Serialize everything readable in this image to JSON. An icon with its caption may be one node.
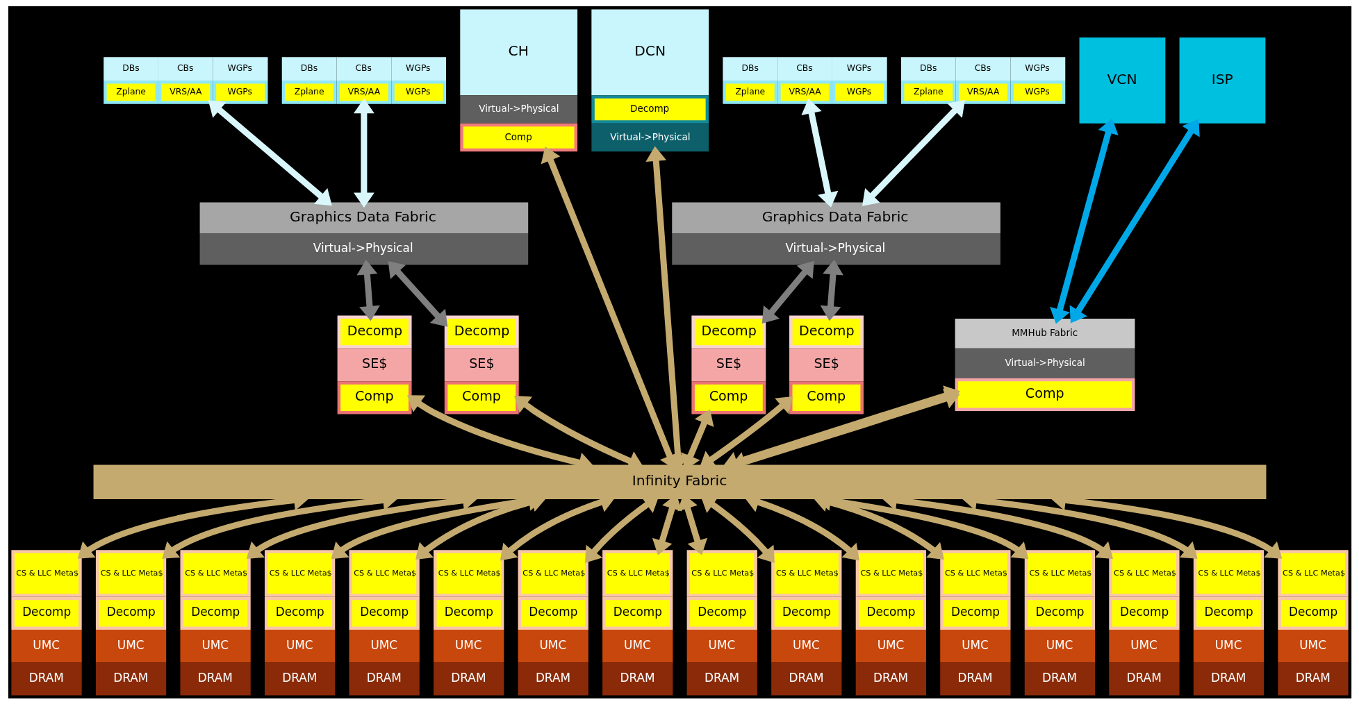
{
  "diagram": {
    "nodes": [
      {
        "text": [
          "DBs",
          "CBs",
          "WGPs",
          "Zplane",
          "VRS/AA",
          "WGPs"
        ]
      },
      {
        "text": [
          "DBs",
          "CBs",
          "WGPs",
          "Zplane",
          "VRS/AA",
          "WGPs"
        ]
      },
      {
        "text": [
          "DBs",
          "CBs",
          "WGPs",
          "Zplane",
          "VRS/AA",
          "WGPs"
        ]
      },
      {
        "text": [
          "DBs",
          "CBs",
          "WGPs",
          "Zplane",
          "VRS/AA",
          "WGPs"
        ]
      },
      {
        "text": [
          "Graphics Data Fabric",
          "Virtual->Physical"
        ]
      },
      {
        "text": [
          "Graphics Data Fabric",
          "Virtual->Physical"
        ]
      },
      {
        "text": [
          "CH",
          "Virtual->Physical",
          "Comp"
        ]
      },
      {
        "text": [
          "DCN",
          "Decomp",
          "Virtual->Physical"
        ]
      },
      {
        "text": [
          "VCN"
        ]
      },
      {
        "text": [
          "ISP"
        ]
      },
      {
        "text": [
          "Decomp",
          "SE$",
          "Comp"
        ]
      },
      {
        "text": [
          "Decomp",
          "SE$",
          "Comp"
        ]
      },
      {
        "text": [
          "Decomp",
          "SE$",
          "Comp"
        ]
      },
      {
        "text": [
          "Decomp",
          "SE$",
          "Comp"
        ]
      },
      {
        "text": [
          "MMHub Fabric",
          "Virtual->Physical",
          "Comp"
        ]
      },
      {
        "text": [
          "Infinity Fabric"
        ]
      },
      {
        "text": [
          "CS & LLC Meta$",
          "Decomp",
          "UMC",
          "DRAM"
        ]
      },
      {
        "text": [
          "CS & LLC Meta$",
          "Decomp",
          "UMC",
          "DRAM"
        ]
      },
      {
        "text": [
          "CS & LLC Meta$",
          "Decomp",
          "UMC",
          "DRAM"
        ]
      },
      {
        "text": [
          "CS & LLC Meta$",
          "Decomp",
          "UMC",
          "DRAM"
        ]
      },
      {
        "text": [
          "CS & LLC Meta$",
          "Decomp",
          "UMC",
          "DRAM"
        ]
      },
      {
        "text": [
          "CS & LLC Meta$",
          "Decomp",
          "UMC",
          "DRAM"
        ]
      },
      {
        "text": [
          "CS & LLC Meta$",
          "Decomp",
          "UMC",
          "DRAM"
        ]
      },
      {
        "text": [
          "CS & LLC Meta$",
          "Decomp",
          "UMC",
          "DRAM"
        ]
      },
      {
        "text": [
          "CS & LLC Meta$",
          "Decomp",
          "UMC",
          "DRAM"
        ]
      },
      {
        "text": [
          "CS & LLC Meta$",
          "Decomp",
          "UMC",
          "DRAM"
        ]
      },
      {
        "text": [
          "CS & LLC Meta$",
          "Decomp",
          "UMC",
          "DRAM"
        ]
      },
      {
        "text": [
          "CS & LLC Meta$",
          "Decomp",
          "UMC",
          "DRAM"
        ]
      },
      {
        "text": [
          "CS & LLC Meta$",
          "Decomp",
          "UMC",
          "DRAM"
        ]
      },
      {
        "text": [
          "CS & LLC Meta$",
          "Decomp",
          "UMC",
          "DRAM"
        ]
      },
      {
        "text": [
          "CS & LLC Meta$",
          "Decomp",
          "UMC",
          "DRAM"
        ]
      },
      {
        "text": [
          "CS & LLC Meta$",
          "Decomp",
          "UMC",
          "DRAM"
        ]
      }
    ],
    "edges": [
      {
        "from": 0,
        "to": 4,
        "arrow": "both",
        "color": "#d9f7fb"
      },
      {
        "from": 1,
        "to": 4,
        "arrow": "both",
        "color": "#d9f7fb"
      },
      {
        "from": 2,
        "to": 5,
        "arrow": "both",
        "color": "#d9f7fb"
      },
      {
        "from": 3,
        "to": 5,
        "arrow": "both",
        "color": "#d9f7fb"
      },
      {
        "from": 4,
        "to": 10,
        "arrow": "both",
        "color": "#7f7f7f"
      },
      {
        "from": 4,
        "to": 11,
        "arrow": "both",
        "color": "#7f7f7f"
      },
      {
        "from": 5,
        "to": 12,
        "arrow": "both",
        "color": "#7f7f7f"
      },
      {
        "from": 5,
        "to": 13,
        "arrow": "both",
        "color": "#7f7f7f"
      },
      {
        "from": 8,
        "to": 14,
        "arrow": "both",
        "color": "#00a8e8"
      },
      {
        "from": 9,
        "to": 14,
        "arrow": "both",
        "color": "#00a8e8"
      },
      {
        "from": 10,
        "to": 15,
        "arrow": "both"
      },
      {
        "from": 11,
        "to": 15,
        "arrow": "both"
      },
      {
        "from": 12,
        "to": 15,
        "arrow": "both"
      },
      {
        "from": 13,
        "to": 15,
        "arrow": "both"
      },
      {
        "from": 6,
        "to": 15,
        "arrow": "both"
      },
      {
        "from": 7,
        "to": 15,
        "arrow": "both"
      },
      {
        "from": 14,
        "to": 15,
        "arrow": "both"
      },
      {
        "from": 14,
        "to": 15,
        "arrow": "both"
      },
      {
        "from": 15,
        "to": 16,
        "arrow": "both"
      },
      {
        "from": 15,
        "to": 17,
        "arrow": "both"
      },
      {
        "from": 15,
        "to": 18,
        "arrow": "both"
      },
      {
        "from": 15,
        "to": 19,
        "arrow": "both"
      },
      {
        "from": 15,
        "to": 20,
        "arrow": "both"
      },
      {
        "from": 15,
        "to": 21,
        "arrow": "both"
      },
      {
        "from": 15,
        "to": 22,
        "arrow": "both"
      },
      {
        "from": 15,
        "to": 23,
        "arrow": "both"
      },
      {
        "from": 15,
        "to": 24,
        "arrow": "both"
      },
      {
        "from": 15,
        "to": 25,
        "arrow": "both"
      },
      {
        "from": 15,
        "to": 26,
        "arrow": "both"
      },
      {
        "from": 15,
        "to": 27,
        "arrow": "both"
      },
      {
        "from": 15,
        "to": 28,
        "arrow": "both"
      },
      {
        "from": 15,
        "to": 29,
        "arrow": "both"
      },
      {
        "from": 15,
        "to": 30,
        "arrow": "both"
      },
      {
        "from": 15,
        "to": 31,
        "arrow": "both"
      }
    ]
  }
}
